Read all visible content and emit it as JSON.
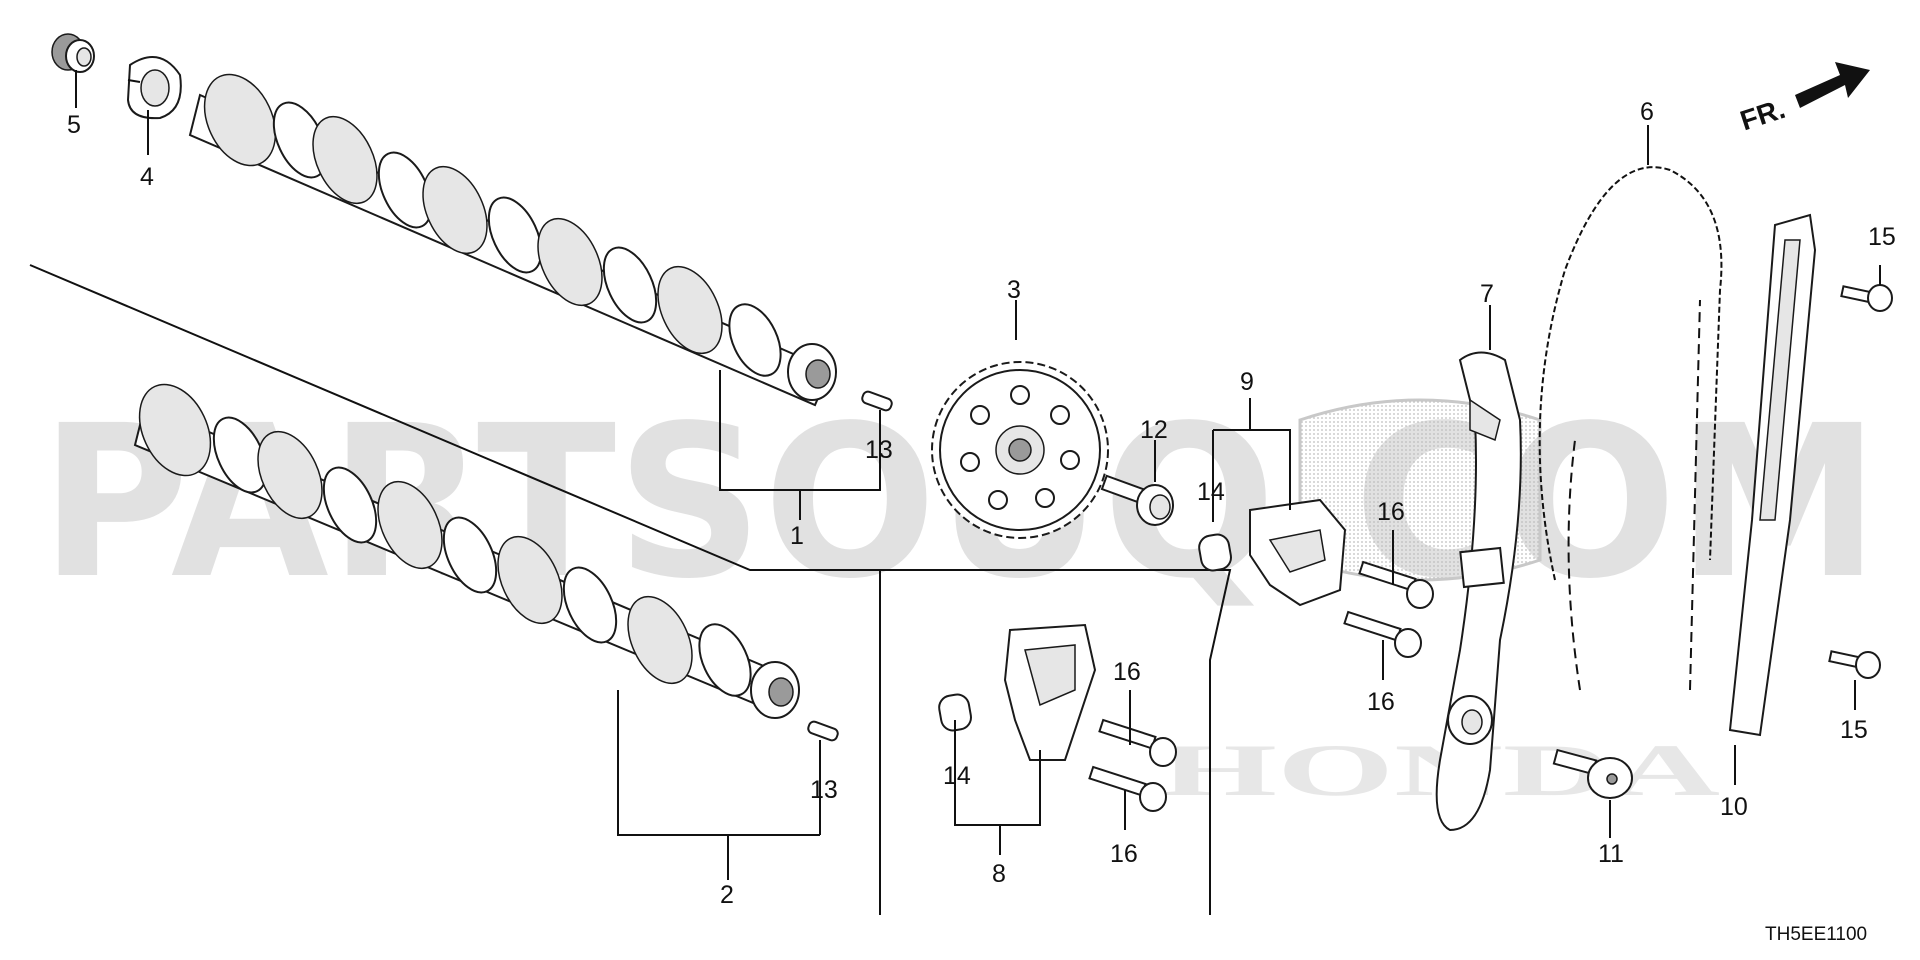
{
  "diagram": {
    "watermark": "PARTSOUQ.COM",
    "brand_watermark": "HONDA",
    "front_indicator": "FR.",
    "diagram_code": "TH5EE1100"
  },
  "callouts": {
    "c1": "1",
    "c2": "2",
    "c3": "3",
    "c4": "4",
    "c5": "5",
    "c6": "6",
    "c7": "7",
    "c8": "8",
    "c9": "9",
    "c10": "10",
    "c11": "11",
    "c12": "12",
    "c13a": "13",
    "c13b": "13",
    "c14a": "14",
    "c14b": "14",
    "c15a": "15",
    "c15b": "15",
    "c16a": "16",
    "c16b": "16",
    "c16c": "16",
    "c16d": "16"
  },
  "parts": {
    "camshaft_intake": "camshaft-1",
    "camshaft_exhaust": "camshaft-2",
    "sprocket": "gear-3",
    "rotor": "plate-4",
    "cap": "cap-5",
    "chain": "chain-6",
    "tensioner_arm": "arm-7",
    "guide_lower": "guide-8",
    "guide_upper": "guide-9",
    "chain_guide": "guide-10",
    "pivot_bolt": "bolt-11",
    "flange_bolt": "bolt-12"
  }
}
